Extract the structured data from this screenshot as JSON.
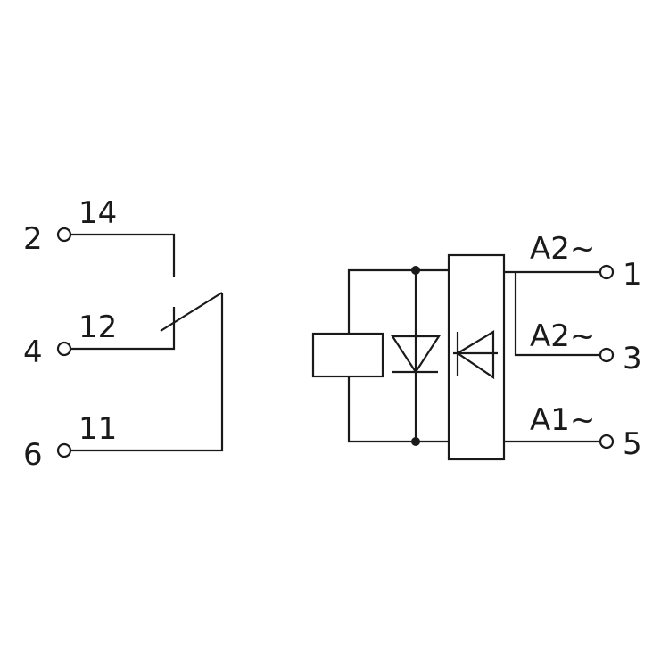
{
  "diagram": {
    "left_terminals": [
      {
        "terminal": "2",
        "contact": "14"
      },
      {
        "terminal": "4",
        "contact": "12"
      },
      {
        "terminal": "6",
        "contact": "11"
      }
    ],
    "right_terminals": [
      {
        "label": "A2~",
        "terminal": "1"
      },
      {
        "label": "A2~",
        "terminal": "3"
      },
      {
        "label": "A1~",
        "terminal": "5"
      }
    ],
    "colors": {
      "line": "#1a1a1a",
      "background": "#ffffff"
    }
  }
}
